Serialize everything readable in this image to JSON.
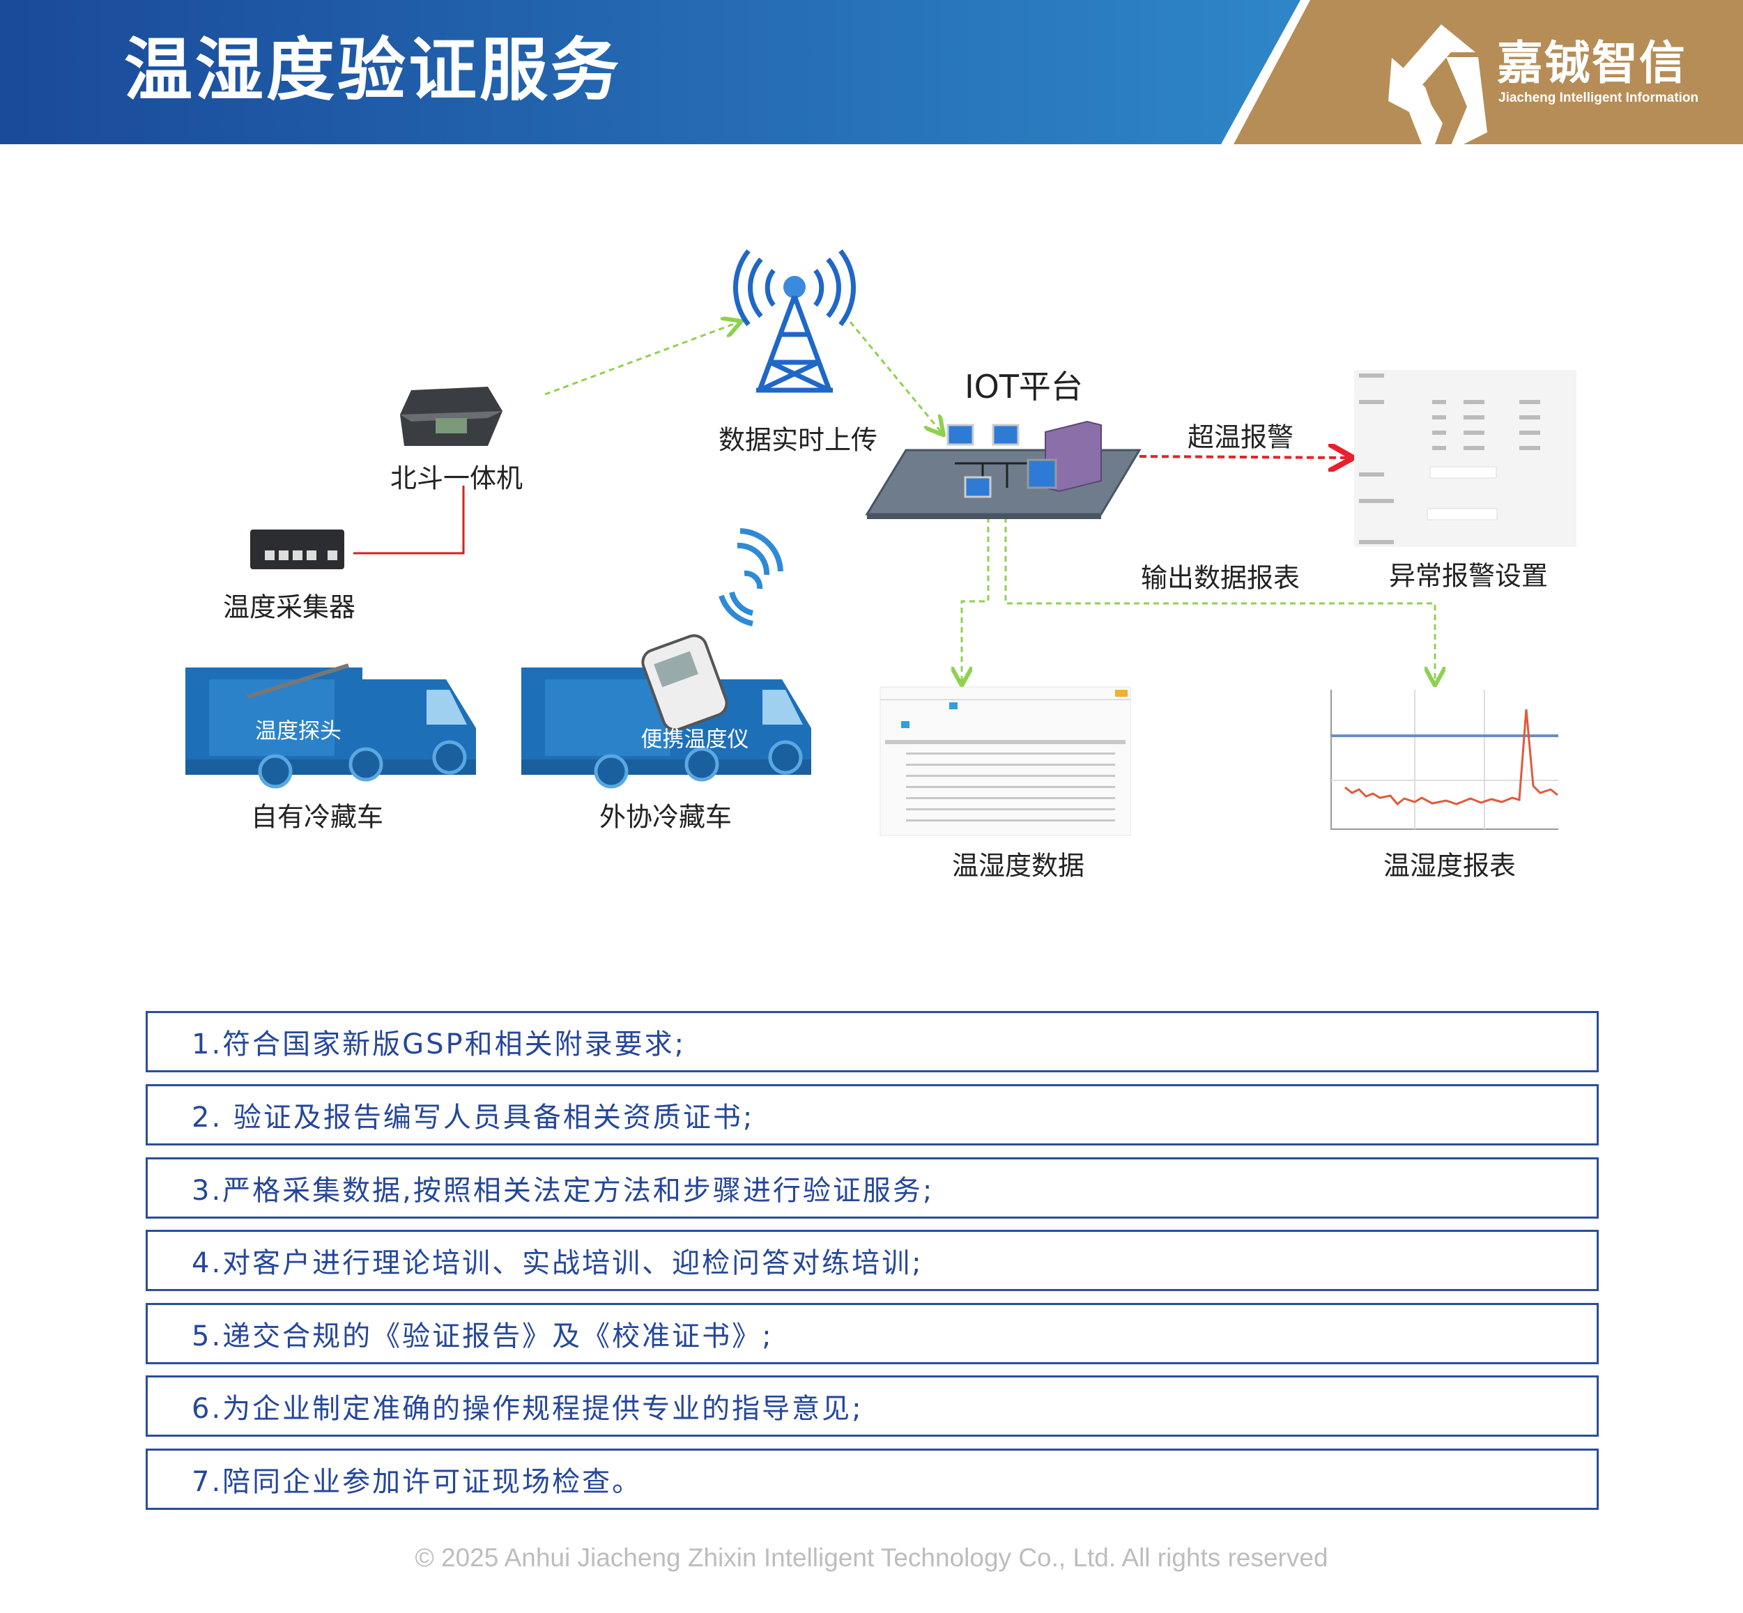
{
  "header": {
    "title": "温湿度验证服务",
    "logo": {
      "name_cn": "嘉铖智信",
      "name_en": "Jiacheng Intelligent Information"
    }
  },
  "diagram": {
    "tower_label": "数据实时上传",
    "platform_label": "IOT平台",
    "beidou_label": "北斗一体机",
    "collector_label": "温度采集器",
    "own_truck_label": "自有冷藏车",
    "own_truck_probe": "温度探头",
    "partner_truck_label": "外协冷藏车",
    "partner_truck_device": "便携温度仪",
    "alarm_label": "超温报警",
    "output_label": "输出数据报表",
    "alarm_settings_label": "异常报警设置",
    "data_label": "温湿度数据",
    "report_label": "温湿度报表",
    "colors": {
      "data_arrow": "#8fd14f",
      "alarm_arrow": "#e8202a",
      "collector_line": "#d42020"
    }
  },
  "items": [
    "1.符合国家新版GSP和相关附录要求;",
    "2. 验证及报告编写人员具备相关资质证书;",
    "3.严格采集数据,按照相关法定方法和步骤进行验证服务;",
    "4.对客户进行理论培训、实战培训、迎检问答对练培训;",
    "5.递交合规的《验证报告》及《校准证书》;",
    "6.为企业制定准确的操作规程提供专业的指导意见;",
    "7.陪同企业参加许可证现场检查。"
  ],
  "footer": "© 2025 Anhui Jiacheng Zhixin Intelligent Technology Co., Ltd. All rights reserved",
  "colors": {
    "header_blue_start": "#1a4a9a",
    "header_blue_end": "#2e86c8",
    "gold": "#b68d56",
    "box_border": "#2a4f9a",
    "text_blue": "#25479a"
  }
}
